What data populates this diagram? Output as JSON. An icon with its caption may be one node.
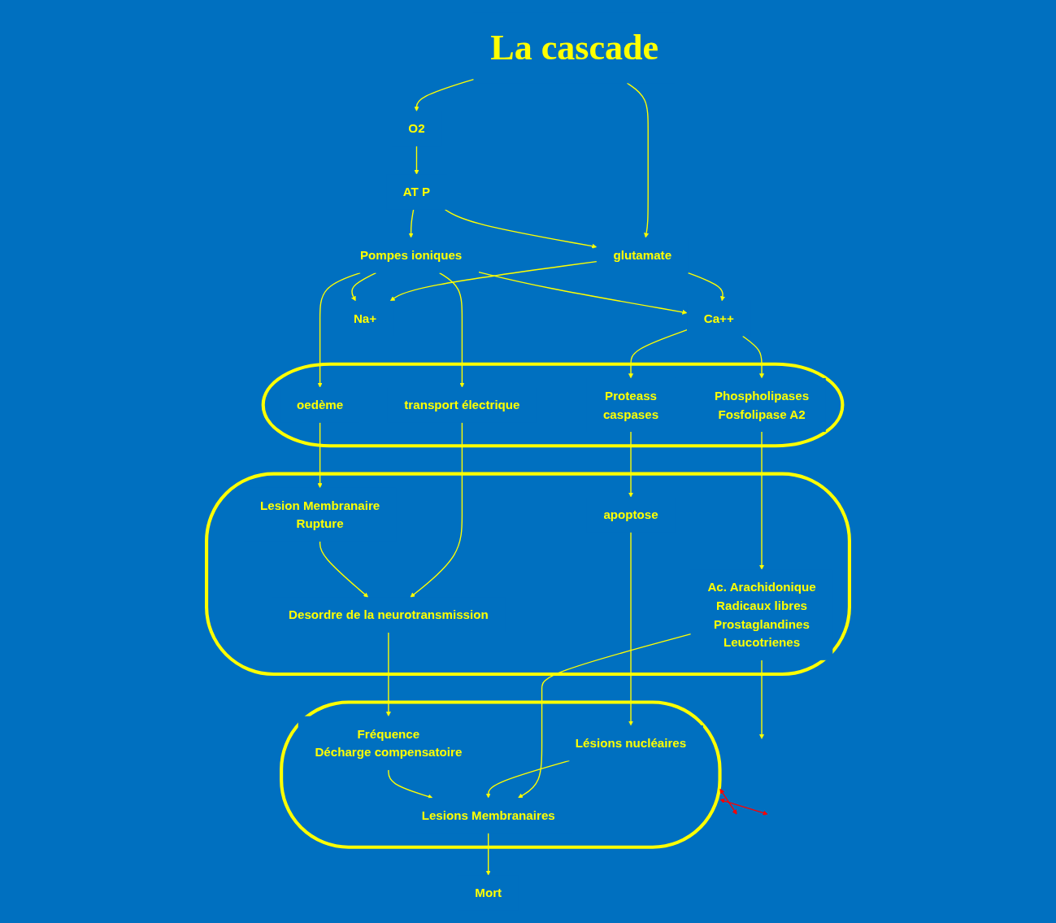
{
  "diagram": {
    "nodes": [
      {
        "text": [
          "La cascade"
        ]
      },
      {
        "text": [
          "glutamate"
        ]
      },
      {
        "text": [
          "O2"
        ]
      },
      {
        "text": [
          "AT P"
        ]
      },
      {
        "text": [
          "Ca++"
        ]
      },
      {
        "text": [
          "Na+"
        ]
      },
      {
        "text": [
          "Pompes ioniques"
        ]
      },
      {
        "text": [],
        "shape": "ellipse"
      },
      {
        "text": [
          "Proteass",
          "caspases"
        ],
        "in": 7
      },
      {
        "text": [
          "Phospholipases",
          "Fosfolipase A2"
        ],
        "in": 7
      },
      {
        "text": [
          "oedème"
        ],
        "in": 7
      },
      {
        "text": [
          "transport électrique"
        ],
        "in": 7
      },
      {
        "text": [],
        "shape": "ellipse"
      },
      {
        "text": [
          "apoptose"
        ],
        "in": 12
      },
      {
        "text": [
          "Ac. Arachidonique",
          "Radicaux libres",
          "Prostaglandines",
          "Leucotrienes"
        ],
        "in": 12
      },
      {
        "text": [
          "Lesion Membranaire",
          "Rupture"
        ],
        "in": 12
      },
      {
        "text": [
          "Desordre de la neurotransmission"
        ],
        "in": 12
      },
      {
        "text": [],
        "shape": "ellipse"
      },
      {
        "text": [
          "Lésions nucléaires"
        ],
        "in": 17
      },
      {
        "text": [
          "Lesions Membranaires"
        ],
        "in": 17
      },
      {
        "text": [
          "Fréquence",
          "Décharge compensatoire"
        ],
        "in": 17
      },
      {
        "text": [
          "Mort"
        ]
      }
    ],
    "edges": [
      {
        "from": 0,
        "to": 1,
        "arrow": "to"
      },
      {
        "from": 0,
        "to": 2,
        "arrow": "to"
      },
      {
        "from": 2,
        "to": 3,
        "arrow": "to"
      },
      {
        "from": 3,
        "to": 1,
        "arrow": "to"
      },
      {
        "from": 3,
        "to": 6,
        "arrow": "to"
      },
      {
        "from": 1,
        "to": 4,
        "arrow": "to"
      },
      {
        "from": 1,
        "to": 5,
        "arrow": "to"
      },
      {
        "from": 6,
        "to": 5,
        "arrow": "to"
      },
      {
        "from": 6,
        "to": 4,
        "arrow": "to"
      },
      {
        "from": 6,
        "to": 11,
        "arrow": "to"
      },
      {
        "from": 4,
        "to": 8,
        "arrow": "to"
      },
      {
        "from": 4,
        "to": 9,
        "arrow": "to"
      },
      {
        "from": 6,
        "to": 10,
        "arrow": "to"
      },
      {
        "from": 8,
        "to": 13,
        "arrow": "to"
      },
      {
        "from": 9,
        "to": 14,
        "arrow": "to"
      },
      {
        "from": 10,
        "to": 15,
        "arrow": "to"
      },
      {
        "from": 11,
        "to": 16,
        "arrow": "to"
      },
      {
        "from": 15,
        "to": 16,
        "arrow": "to"
      },
      {
        "from": 13,
        "to": 18,
        "arrow": "to"
      },
      {
        "from": 14,
        "to": 19,
        "arrow": "to"
      },
      {
        "from": 16,
        "to": 20,
        "arrow": "to"
      },
      {
        "from": 18,
        "to": 19,
        "arrow": "to"
      },
      {
        "from": 20,
        "to": 19,
        "arrow": "to"
      },
      {
        "from": 19,
        "to": 21,
        "arrow": "to"
      },
      {
        "from": 14,
        "to": null,
        "arrow": "to"
      },
      {
        "from": 17,
        "to": null,
        "arrow": "both",
        "color": "#ff0000"
      },
      {
        "from": 17,
        "to": null,
        "arrow": "both",
        "color": "#ff0000"
      }
    ]
  }
}
